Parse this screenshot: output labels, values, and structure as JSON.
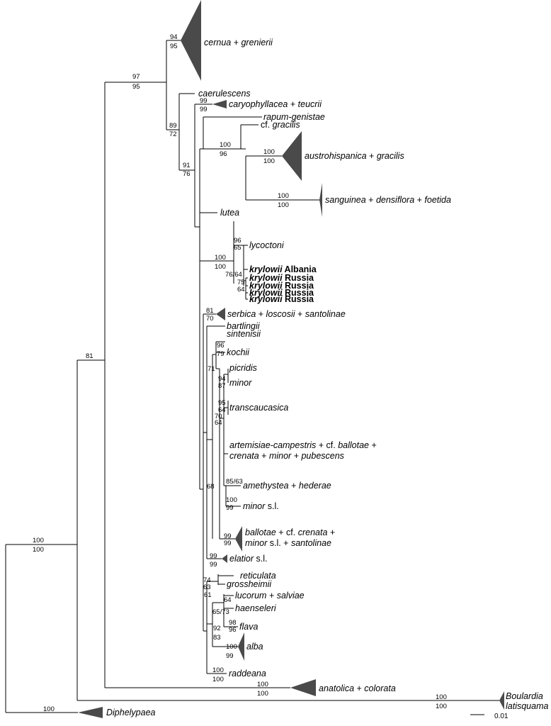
{
  "taxa": {
    "cernua_grenierii": [
      {
        "t": "cernua",
        "i": true
      },
      {
        "t": " + ",
        "i": false
      },
      {
        "t": "grenierii",
        "i": true
      }
    ],
    "caerulescens": [
      {
        "t": "caerulescens",
        "i": true
      }
    ],
    "caryophyllacea_teucrii": [
      {
        "t": "caryophyllacea",
        "i": true
      },
      {
        "t": " + ",
        "i": false
      },
      {
        "t": "teucrii",
        "i": true
      }
    ],
    "rapum_genistae": [
      {
        "t": "rapum-genistae",
        "i": true
      }
    ],
    "cf_gracilis": [
      {
        "t": "cf. ",
        "i": false
      },
      {
        "t": "gracilis",
        "i": true
      }
    ],
    "austrohispanica_gracilis": [
      {
        "t": "austrohispanica",
        "i": true
      },
      {
        "t": " + ",
        "i": false
      },
      {
        "t": "gracilis",
        "i": true
      }
    ],
    "sanguinea_densiflora_foetida": [
      {
        "t": "sanguinea",
        "i": true
      },
      {
        "t": " + ",
        "i": false
      },
      {
        "t": "densiflora",
        "i": true
      },
      {
        "t": " + ",
        "i": false
      },
      {
        "t": "foetida",
        "i": true
      }
    ],
    "lutea": [
      {
        "t": "lutea",
        "i": true
      }
    ],
    "lycoctoni": [
      {
        "t": "lycoctoni",
        "i": true
      }
    ],
    "krylowii_albania": [
      {
        "t": "krylowii",
        "i": true,
        "b": true
      },
      {
        "t": " Albania",
        "i": false,
        "b": true
      }
    ],
    "krylowii_russia_1": [
      {
        "t": "krylowii",
        "i": true,
        "b": true
      },
      {
        "t": " Russia",
        "i": false,
        "b": true
      }
    ],
    "krylowii_russia_2": [
      {
        "t": "krylowii",
        "i": true,
        "b": true
      },
      {
        "t": " Russia",
        "i": false,
        "b": true
      }
    ],
    "krylowii_russia_3": [
      {
        "t": "krylowii",
        "i": true,
        "b": true
      },
      {
        "t": " Russia",
        "i": false,
        "b": true
      }
    ],
    "krylowii_russia_4": [
      {
        "t": "krylowii",
        "i": true,
        "b": true
      },
      {
        "t": " Russia",
        "i": false,
        "b": true
      }
    ],
    "serbica_loscosii_santolinae": [
      {
        "t": "serbica",
        "i": true
      },
      {
        "t": " + ",
        "i": false
      },
      {
        "t": "loscosii",
        "i": true
      },
      {
        "t": " + ",
        "i": false
      },
      {
        "t": "santolinae",
        "i": true
      }
    ],
    "bartlingii": [
      {
        "t": "bartlingii",
        "i": true
      }
    ],
    "sintenisii": [
      {
        "t": "sintenisii",
        "i": true
      }
    ],
    "kochii": [
      {
        "t": "kochii",
        "i": true
      }
    ],
    "picridis": [
      {
        "t": "picridis",
        "i": true
      }
    ],
    "minor": [
      {
        "t": "minor",
        "i": true
      }
    ],
    "transcaucasica": [
      {
        "t": "transcaucasica",
        "i": true
      }
    ],
    "artemisiae_line1": [
      {
        "t": "artemisiae-campestris",
        "i": true
      },
      {
        "t": " + cf. ",
        "i": false
      },
      {
        "t": "ballotae",
        "i": true
      },
      {
        "t": " +",
        "i": false
      }
    ],
    "artemisiae_line2": [
      {
        "t": "crenata",
        "i": true
      },
      {
        "t": " + ",
        "i": false
      },
      {
        "t": "minor",
        "i": true
      },
      {
        "t": " + ",
        "i": false
      },
      {
        "t": "pubescens",
        "i": true
      }
    ],
    "amethystea_hederae": [
      {
        "t": "amethystea",
        "i": true
      },
      {
        "t": " + ",
        "i": false
      },
      {
        "t": "hederae",
        "i": true
      }
    ],
    "minor_sl": [
      {
        "t": "minor",
        "i": true
      },
      {
        "t": " s.l.",
        "i": false
      }
    ],
    "ballotae_line1": [
      {
        "t": "ballotae",
        "i": true
      },
      {
        "t": " + cf. ",
        "i": false
      },
      {
        "t": "crenata",
        "i": true
      },
      {
        "t": " +",
        "i": false
      }
    ],
    "ballotae_line2": [
      {
        "t": "minor",
        "i": true
      },
      {
        "t": " s.l. + ",
        "i": false
      },
      {
        "t": "santolinae",
        "i": true
      }
    ],
    "elatior_sl": [
      {
        "t": "elatior",
        "i": true
      },
      {
        "t": " s.l.",
        "i": false
      }
    ],
    "reticulata": [
      {
        "t": "reticulata",
        "i": true
      }
    ],
    "grossheimii": [
      {
        "t": "grossheimii",
        "i": true
      }
    ],
    "lucorum_salviae": [
      {
        "t": "lucorum",
        "i": true
      },
      {
        "t": " + ",
        "i": false
      },
      {
        "t": "salviae",
        "i": true
      }
    ],
    "haenseleri": [
      {
        "t": "haenseleri",
        "i": true
      }
    ],
    "flava": [
      {
        "t": "flava",
        "i": true
      }
    ],
    "alba": [
      {
        "t": "alba",
        "i": true
      }
    ],
    "raddeana": [
      {
        "t": "raddeana",
        "i": true
      }
    ],
    "anatolica_colorata": [
      {
        "t": "anatolica",
        "i": true
      },
      {
        "t": " + ",
        "i": false
      },
      {
        "t": "colorata",
        "i": true
      }
    ],
    "boulardia_line1": [
      {
        "t": "Boulardia",
        "i": true
      }
    ],
    "boulardia_line2": [
      {
        "t": "latisquama",
        "i": true
      }
    ],
    "diphelypaea": [
      {
        "t": "Diphelypaea",
        "i": true
      }
    ]
  },
  "support": {
    "s_cernua": [
      "94",
      "95"
    ],
    "s_97": [
      "97",
      "95"
    ],
    "s_caryo": [
      "99",
      "99"
    ],
    "s_89": [
      "89",
      "72"
    ],
    "s_91": [
      "91",
      "76"
    ],
    "s_austro": [
      "100",
      "100"
    ],
    "s_gracilis_clade": [
      "100",
      "96"
    ],
    "s_sanguinea": [
      "100",
      "100"
    ],
    "s_lyco96": [
      "96",
      "65"
    ],
    "s_kryl_clade": [
      "100",
      "100"
    ],
    "s_kryl7664": [
      "76/64",
      ""
    ],
    "s_kryl75": [
      "75",
      "64"
    ],
    "s_serbica": [
      "81",
      "70"
    ],
    "s_kochii": [
      "96",
      "79"
    ],
    "s_71": [
      "71",
      ""
    ],
    "s_picridis": [
      "94",
      "87"
    ],
    "s_transc": [
      "95",
      "64"
    ],
    "s_70": [
      "70",
      "64"
    ],
    "s_68": [
      "68",
      ""
    ],
    "s_8563": [
      "85/63",
      ""
    ],
    "s_amethystea": [
      "100",
      "99"
    ],
    "s_ballotae": [
      "99",
      "99"
    ],
    "s_elatior": [
      "99",
      "99"
    ],
    "s_74": [
      "74",
      "63"
    ],
    "s_61": [
      "61",
      ""
    ],
    "s_lucorum": [
      "64",
      ""
    ],
    "s_6573": [
      "65/73",
      ""
    ],
    "s_flava": [
      "98",
      "96"
    ],
    "s_92": [
      "92",
      "83"
    ],
    "s_alba": [
      "100",
      "99"
    ],
    "s_raddeana": [
      "100",
      "100"
    ],
    "s_81": [
      "81",
      ""
    ],
    "s_anatolica": [
      "100",
      "100"
    ],
    "s_root": [
      "100",
      "100"
    ],
    "s_boulardia": [
      "100",
      "100"
    ],
    "s_diphelypaea": [
      "100",
      ""
    ]
  },
  "scale_bar": {
    "label": "0.01"
  },
  "colors": {
    "collapsed_clade": "#4a4a4a",
    "branch": "#000000"
  }
}
